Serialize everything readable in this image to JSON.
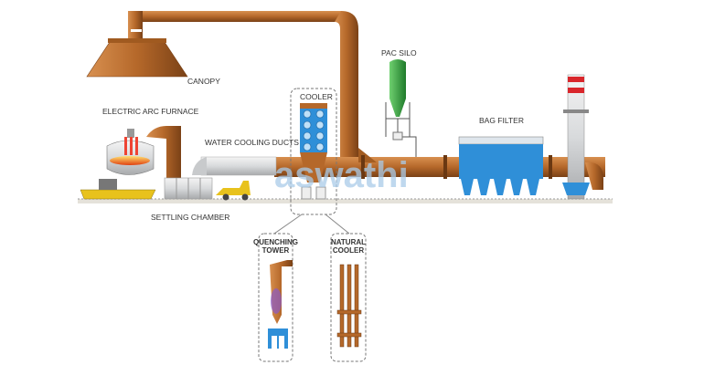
{
  "labels": {
    "canopy": "CANOPY",
    "pac_silo": "PAC SILO",
    "cooler": "COOLER",
    "electric_arc_furnace": "ELECTRIC ARC FURNACE",
    "water_cooling_ducts": "WATER COOLING DUCTS",
    "settling_chamber": "SETTLING CHAMBER",
    "bag_filter": "BAG FILTER",
    "quenching_tower_line1": "QUENCHING",
    "quenching_tower_line2": "TOWER",
    "natural_cooler_line1": "NATURAL",
    "natural_cooler_line2": "COOLER"
  },
  "watermark": "aswathi",
  "colors": {
    "duct": "#b5682a",
    "duct_dark": "#7a4116",
    "steel": "#d8dadc",
    "filter_blue": "#2f8fd8",
    "silo_green": "#3aa845",
    "stack_red": "#d9262b",
    "furnace_yellow": "#e8c21c"
  }
}
